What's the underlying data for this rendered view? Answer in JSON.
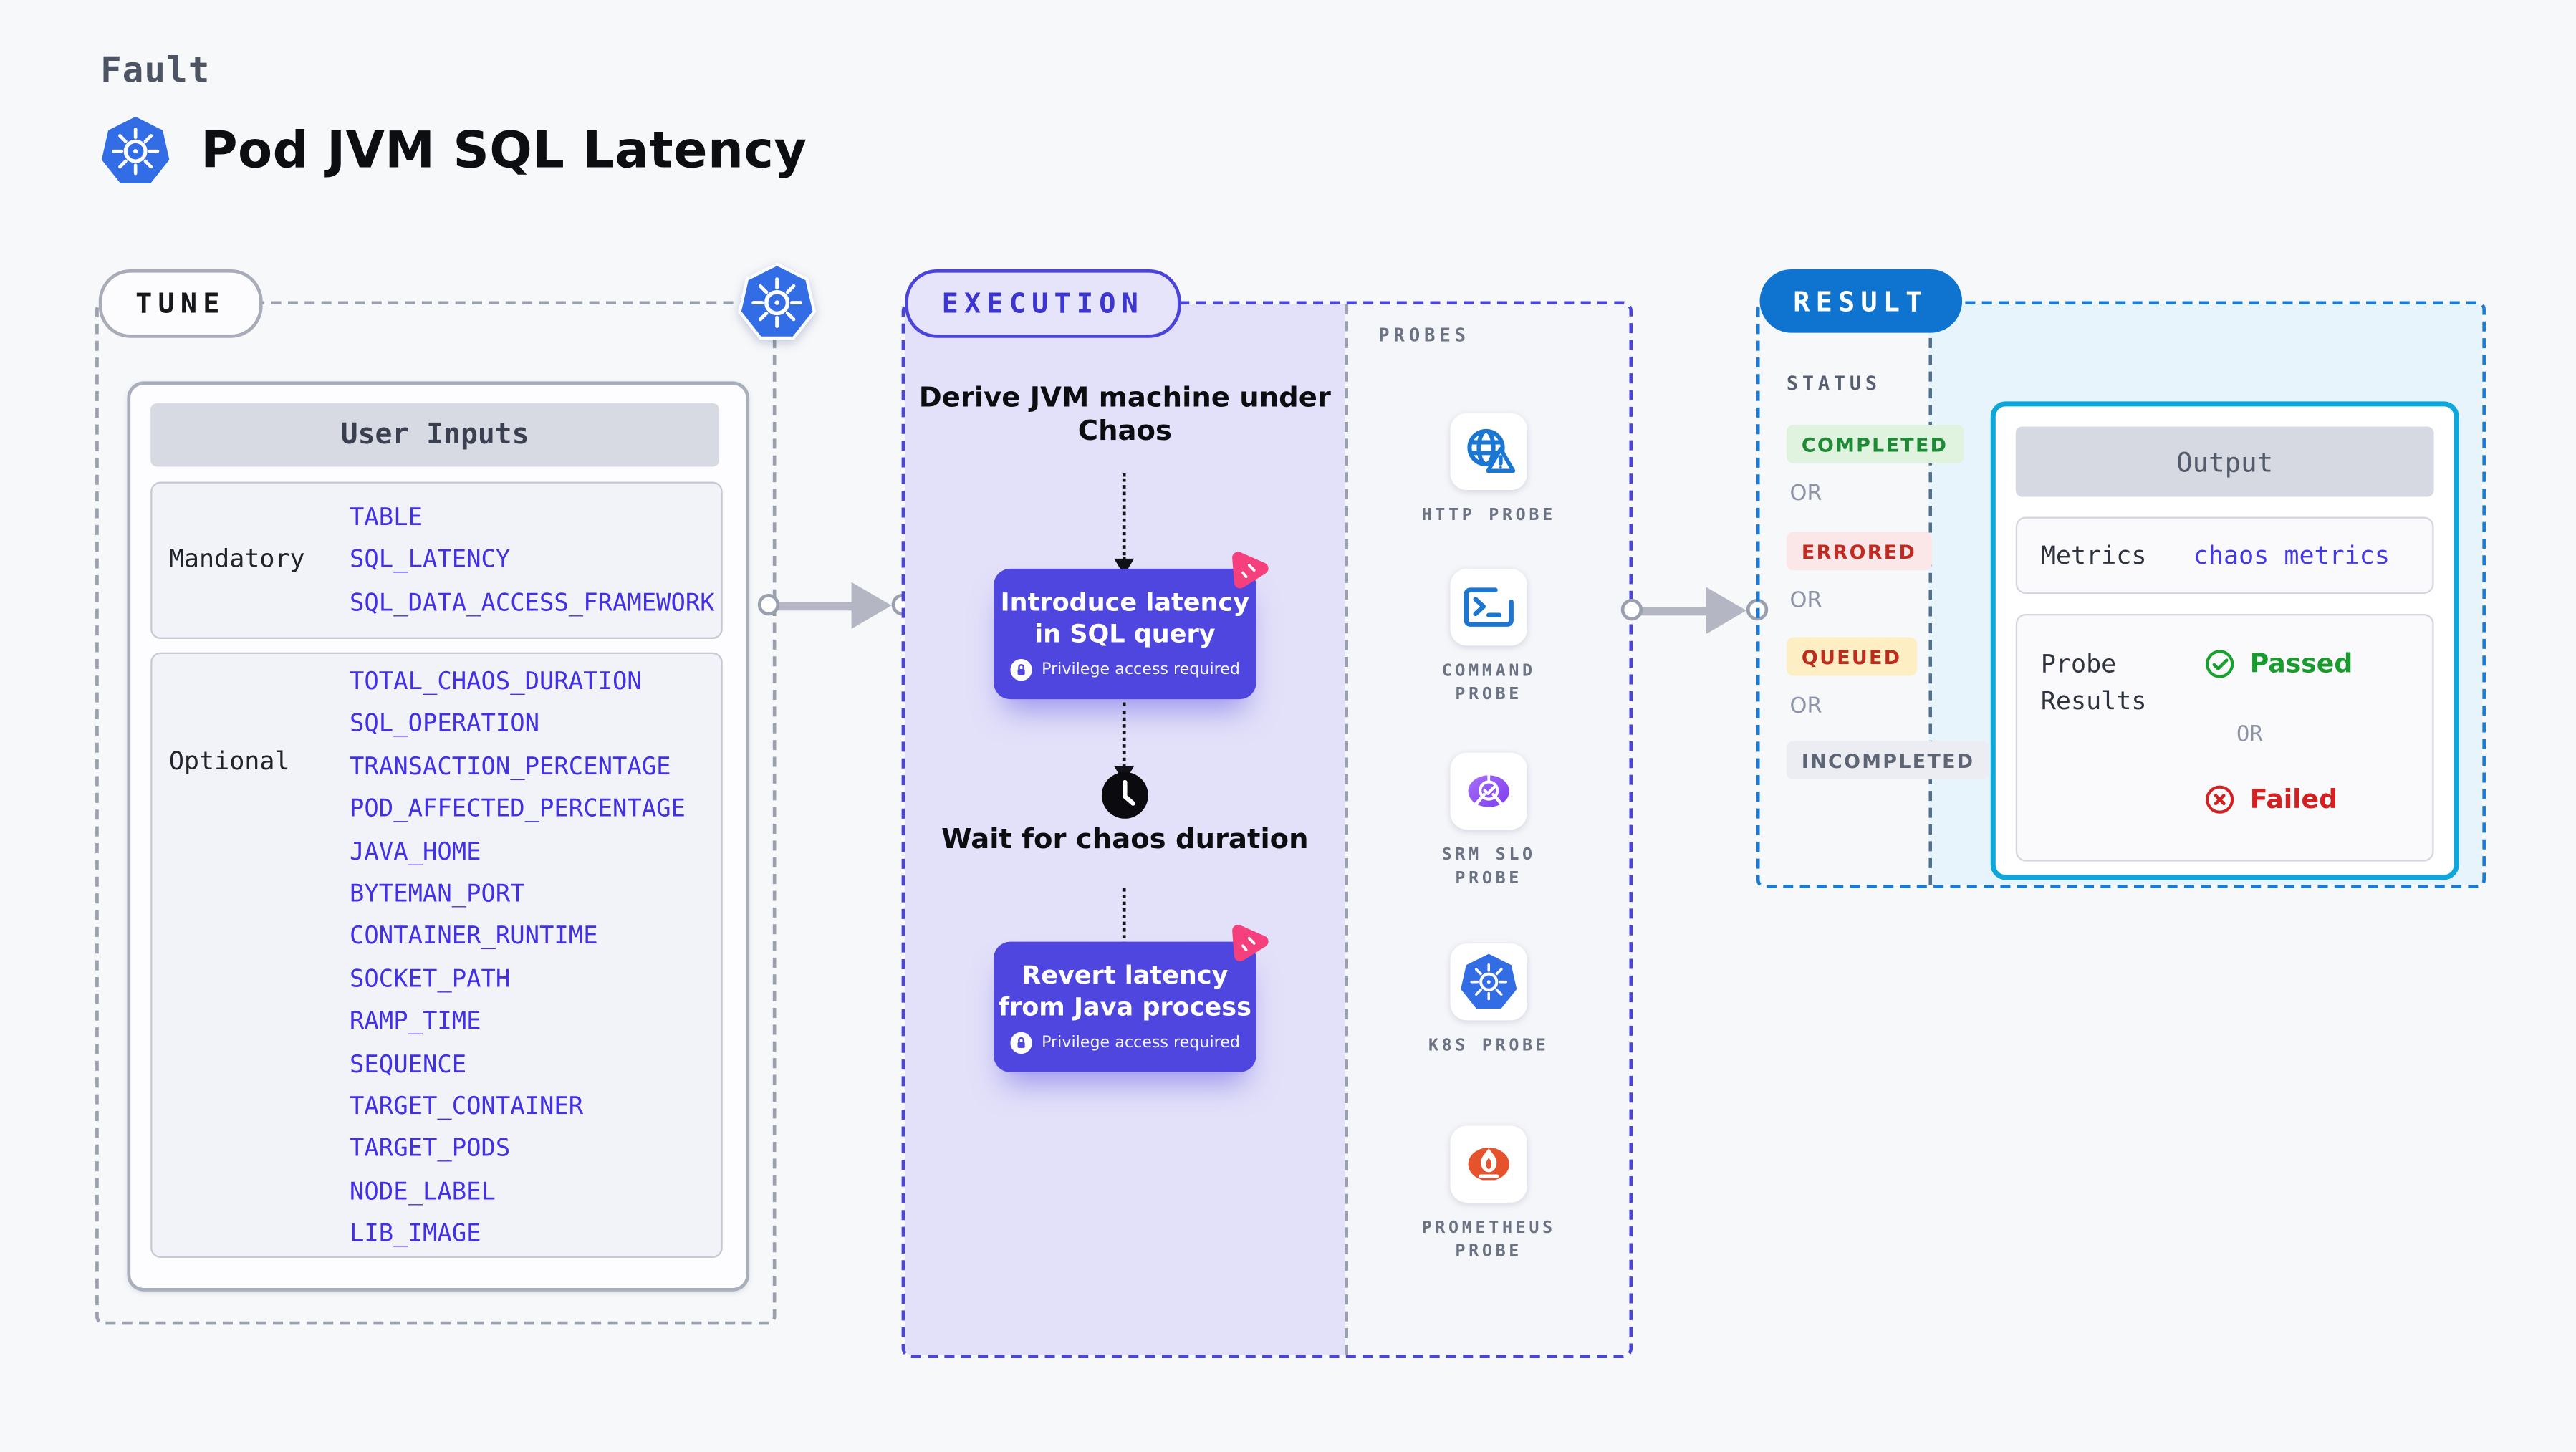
{
  "header": {
    "kicker": "Fault",
    "title": "Pod JVM SQL Latency"
  },
  "tune": {
    "label": "TUNE",
    "table": {
      "header": "User Inputs",
      "rows": [
        {
          "label": "Mandatory",
          "values": [
            "TABLE",
            "SQL_LATENCY",
            "SQL_DATA_ACCESS_FRAMEWORK"
          ]
        },
        {
          "label": "Optional",
          "values": [
            "TOTAL_CHAOS_DURATION",
            "SQL_OPERATION",
            "TRANSACTION_PERCENTAGE",
            "POD_AFFECTED_PERCENTAGE",
            "JAVA_HOME",
            "BYTEMAN_PORT",
            "CONTAINER_RUNTIME",
            "SOCKET_PATH",
            "RAMP_TIME",
            "SEQUENCE",
            "TARGET_CONTAINER",
            "TARGET_PODS",
            "NODE_LABEL",
            "LIB_IMAGE"
          ]
        }
      ]
    }
  },
  "execution": {
    "label": "EXECUTION",
    "steps": [
      {
        "type": "text",
        "text": "Derive JVM machine under Chaos"
      },
      {
        "type": "action",
        "text": "Introduce latency in SQL query",
        "note": "Privilege access required"
      },
      {
        "type": "wait",
        "text": "Wait for chaos duration"
      },
      {
        "type": "action",
        "text": "Revert latency from Java process",
        "note": "Privilege access required"
      }
    ]
  },
  "probes": {
    "label": "PROBES",
    "items": [
      {
        "name": "HTTP PROBE",
        "icon": "http-probe-icon"
      },
      {
        "name": "COMMAND PROBE",
        "icon": "command-probe-icon"
      },
      {
        "name": "SRM SLO PROBE",
        "icon": "srm-slo-probe-icon"
      },
      {
        "name": "K8S PROBE",
        "icon": "k8s-probe-icon"
      },
      {
        "name": "PROMETHEUS PROBE",
        "icon": "prometheus-probe-icon"
      }
    ]
  },
  "result": {
    "label": "RESULT",
    "status": {
      "label": "STATUS",
      "separator": "OR",
      "options": [
        "COMPLETED",
        "ERRORED",
        "QUEUED",
        "INCOMPLETED"
      ]
    },
    "output": {
      "header": "Output",
      "metrics_label": "Metrics",
      "metrics_value": "chaos metrics",
      "probe_results_label": "Probe Results",
      "passed": "Passed",
      "separator": "OR",
      "failed": "Failed"
    }
  },
  "colors": {
    "indigo_accent": "#4f46e0",
    "indigo_text": "#4130e8",
    "result_blue": "#0f73d0",
    "output_border_cyan": "#0da7dc",
    "pink_badge": "#f5407d",
    "probe_icon_blue": "#1b76d2",
    "status_completed_green": "#1d8a34",
    "status_errored_red": "#c12a21",
    "passed_green": "#189a2d",
    "failed_red": "#d32020",
    "kubernetes_blue": "#326de6",
    "prometheus_orange": "#e6522c",
    "srm_purple": "#8b4ef5"
  }
}
